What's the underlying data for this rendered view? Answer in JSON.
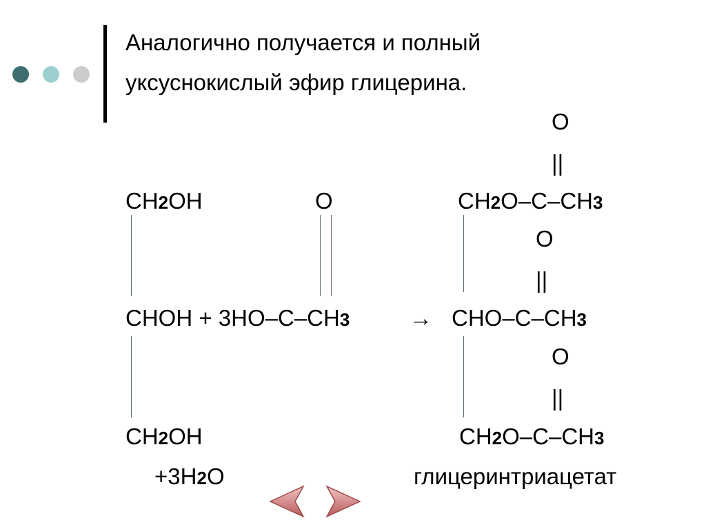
{
  "slide": {
    "title_line1": "Аналогично получается и полный",
    "title_line2": "уксуснокислый эфир глицерина."
  },
  "equation": {
    "glycerol": {
      "row1": [
        "CH",
        "2",
        "OH"
      ],
      "row2": "CHOH + 3HO–C–CH",
      "row2_sub": "3",
      "row3": [
        "CH",
        "2",
        "OH"
      ]
    },
    "acid_carbonyl_o": "O",
    "arrow": "→",
    "product": {
      "o_top": "O",
      "double_bond": "||",
      "row1": [
        "CH",
        "2",
        "O–C–CH",
        "3"
      ],
      "o_mid": "O",
      "row2": [
        "CHO–C–CH",
        "3"
      ],
      "o_low": "O",
      "row3": [
        "CH",
        "2",
        "O–C–CH",
        "3"
      ]
    },
    "water": [
      "+3H",
      "2",
      "O"
    ],
    "product_name": "глицеринтриацетат"
  },
  "navigation": {
    "prev_icon": "left-arrow-icon",
    "next_icon": "right-arrow-icon"
  },
  "colors": {
    "dot1": "#3f6e6e",
    "dot2": "#9cd0d0",
    "dot3": "#cccccc",
    "nav_arrow": "#d98c8c"
  }
}
